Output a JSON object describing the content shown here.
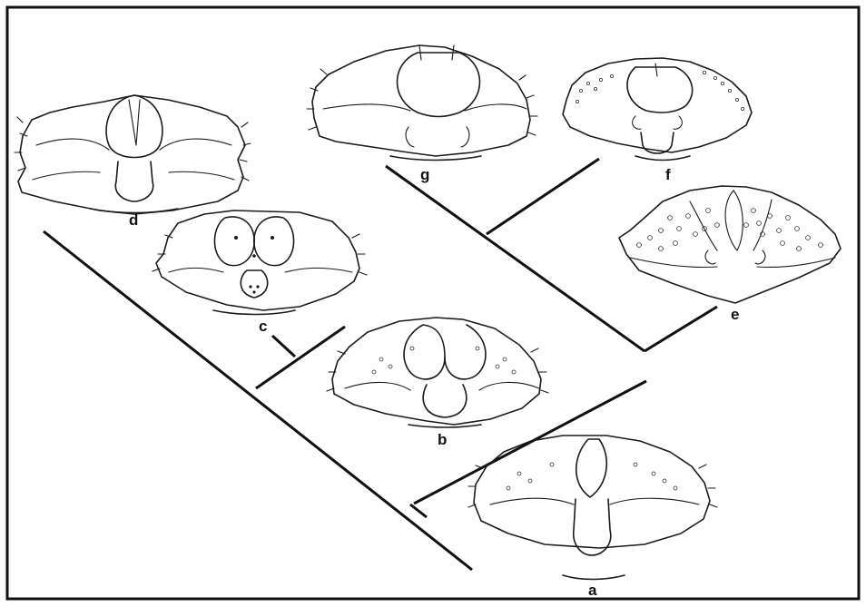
{
  "figure": {
    "labels": {
      "a": "a",
      "b": "b",
      "c": "c",
      "d": "d",
      "e": "e",
      "f": "f",
      "g": "g"
    },
    "colors": {
      "ink": "#1a1a1a",
      "background": "#ffffff",
      "border": "#111111"
    }
  }
}
